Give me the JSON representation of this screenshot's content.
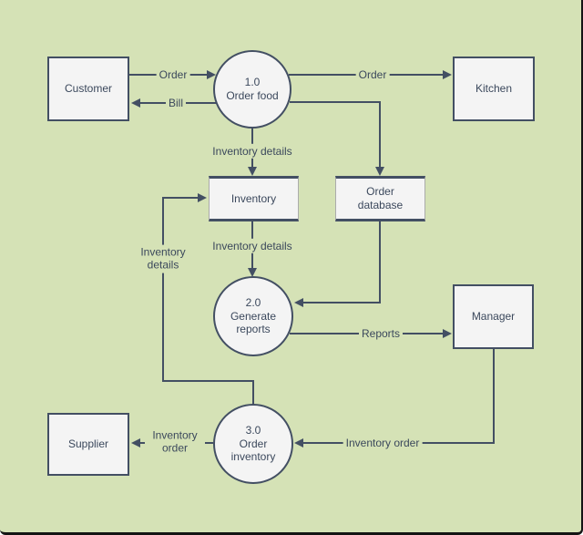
{
  "colors": {
    "canvas_bg": "#d5e2b6",
    "stroke": "#434f63",
    "shape_fill": "#f4f4f4",
    "text": "#3b485c",
    "window_edge": "#141414"
  },
  "diagram": {
    "type": "data-flow-diagram",
    "external_entities": [
      {
        "id": "customer",
        "label": "Customer"
      },
      {
        "id": "kitchen",
        "label": "Kitchen"
      },
      {
        "id": "manager",
        "label": "Manager"
      },
      {
        "id": "supplier",
        "label": "Supplier"
      }
    ],
    "processes": [
      {
        "id": "p1",
        "number": "1.0",
        "label": "Order food"
      },
      {
        "id": "p2",
        "number": "2.0",
        "label": "Generate reports"
      },
      {
        "id": "p3",
        "number": "3.0",
        "label": "Order inventory"
      }
    ],
    "data_stores": [
      {
        "id": "inventory",
        "label": "Inventory"
      },
      {
        "id": "order_database",
        "label": "Order database"
      }
    ],
    "flows": [
      {
        "from": "customer",
        "to": "p1",
        "label": "Order"
      },
      {
        "from": "p1",
        "to": "customer",
        "label": "Bill"
      },
      {
        "from": "p1",
        "to": "kitchen",
        "label": "Order"
      },
      {
        "from": "p1",
        "to": "order_database",
        "label": ""
      },
      {
        "from": "p1",
        "to": "inventory",
        "label": "Inventory details"
      },
      {
        "from": "inventory",
        "to": "p2",
        "label": "Inventory details"
      },
      {
        "from": "order_database",
        "to": "p2",
        "label": ""
      },
      {
        "from": "p2",
        "to": "manager",
        "label": "Reports"
      },
      {
        "from": "manager",
        "to": "p3",
        "label": "Inventory order"
      },
      {
        "from": "p3",
        "to": "supplier",
        "label": "Inventory order"
      },
      {
        "from": "p3",
        "to": "inventory",
        "label": "Inventory details"
      }
    ]
  }
}
